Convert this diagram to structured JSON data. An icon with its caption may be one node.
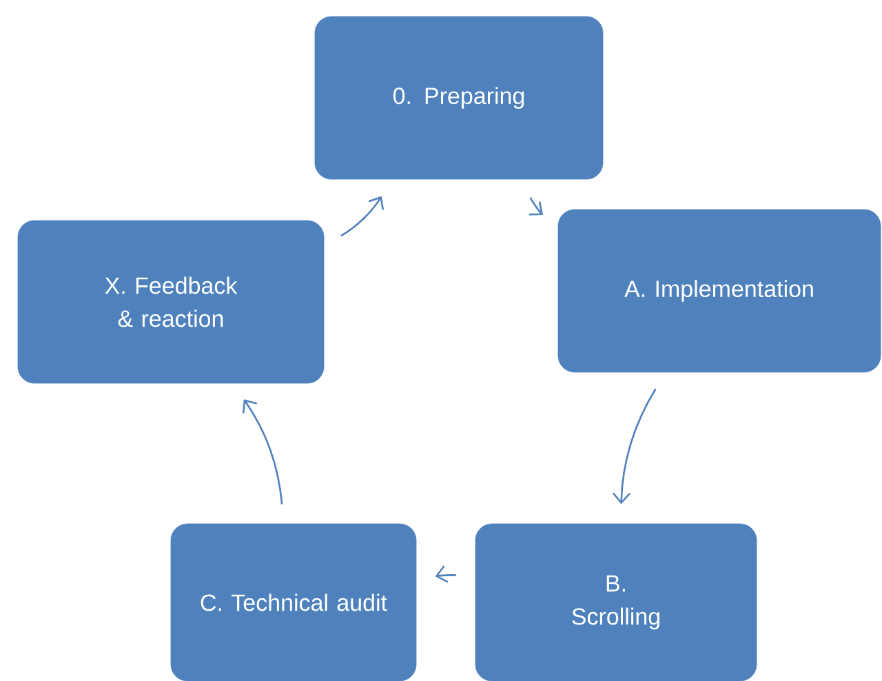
{
  "diagram": {
    "nodes": [
      {
        "text": [
          "0. Preparing"
        ]
      },
      {
        "text": [
          "A. Implementation"
        ]
      },
      {
        "text": [
          "B. Scrolling"
        ]
      },
      {
        "text": [
          "C. Technical audit"
        ]
      },
      {
        "text": [
          "X. Feedback & reaction"
        ]
      }
    ],
    "edges": [
      {
        "from": 0,
        "to": 1,
        "arrow": "to"
      },
      {
        "from": 1,
        "to": 2,
        "arrow": "to"
      },
      {
        "from": 2,
        "to": 3,
        "arrow": "to"
      },
      {
        "from": 3,
        "to": 4,
        "arrow": "to"
      },
      {
        "from": 4,
        "to": 0,
        "arrow": "to"
      }
    ]
  }
}
